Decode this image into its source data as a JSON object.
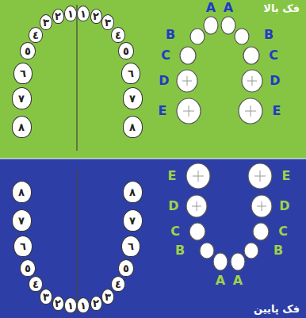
{
  "diagram": {
    "nodes": [
      {
        "text": [
          "فک بالا"
        ]
      },
      {
        "text": [
          "٨"
        ],
        "in": 0
      },
      {
        "text": [
          "٧"
        ],
        "in": 0
      },
      {
        "text": [
          "٦"
        ],
        "in": 0
      },
      {
        "text": [
          "٥"
        ],
        "in": 0
      },
      {
        "text": [
          "٤"
        ],
        "in": 0
      },
      {
        "text": [
          "٣"
        ],
        "in": 0
      },
      {
        "text": [
          "٢"
        ],
        "in": 0
      },
      {
        "text": [
          "١"
        ],
        "in": 0
      },
      {
        "text": [
          "١"
        ],
        "in": 0
      },
      {
        "text": [
          "٢"
        ],
        "in": 0
      },
      {
        "text": [
          "٣"
        ],
        "in": 0
      },
      {
        "text": [
          "٤"
        ],
        "in": 0
      },
      {
        "text": [
          "٥"
        ],
        "in": 0
      },
      {
        "text": [
          "٦"
        ],
        "in": 0
      },
      {
        "text": [
          "٧"
        ],
        "in": 0
      },
      {
        "text": [
          "٨"
        ],
        "in": 0
      },
      {
        "text": [
          "فک پایین"
        ]
      },
      {
        "text": [
          "٨"
        ],
        "in": 17
      },
      {
        "text": [
          "٧"
        ],
        "in": 17
      },
      {
        "text": [
          "٦"
        ],
        "in": 17
      },
      {
        "text": [
          "٥"
        ],
        "in": 17
      },
      {
        "text": [
          "٤"
        ],
        "in": 17
      },
      {
        "text": [
          "٣"
        ],
        "in": 17
      },
      {
        "text": [
          "٢"
        ],
        "in": 17
      },
      {
        "text": [
          "١"
        ],
        "in": 17
      },
      {
        "text": [
          "١"
        ],
        "in": 17
      },
      {
        "text": [
          "٢"
        ],
        "in": 17
      },
      {
        "text": [
          "٣"
        ],
        "in": 17
      },
      {
        "text": [
          "٤"
        ],
        "in": 17
      },
      {
        "text": [
          "٥"
        ],
        "in": 17
      },
      {
        "text": [
          "٦"
        ],
        "in": 17
      },
      {
        "text": [
          "٧"
        ],
        "in": 17
      },
      {
        "text": [
          "٨"
        ],
        "in": 17
      }
    ],
    "labels": [
      "A",
      "A",
      "B",
      "B",
      "C",
      "C",
      "D",
      "D",
      "E",
      "E",
      "E",
      "E",
      "D",
      "D",
      "C",
      "C",
      "B",
      "B",
      "A",
      "A"
    ]
  }
}
